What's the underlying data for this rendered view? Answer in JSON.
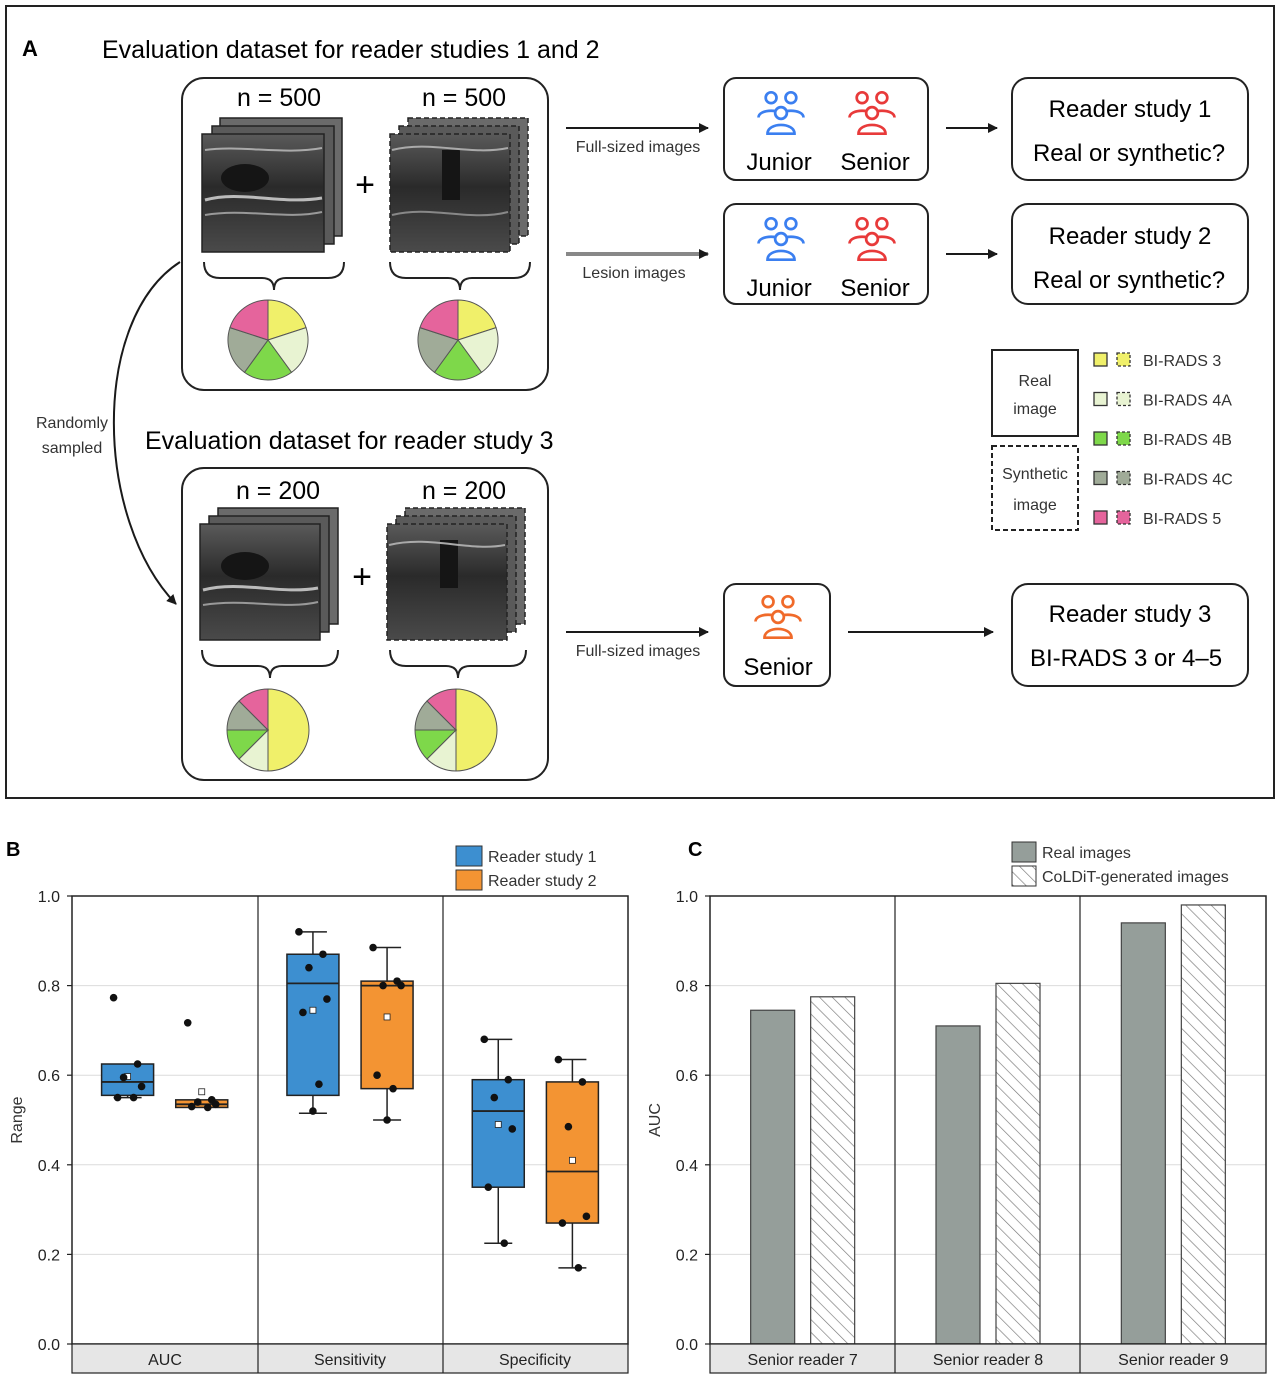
{
  "panelA": {
    "letter": "A",
    "title1": "Evaluation dataset for reader studies 1 and 2",
    "title3": "Evaluation dataset for reader study 3",
    "n_top_left": "n = 500",
    "n_top_right": "n = 500",
    "n_bot_left": "n = 200",
    "n_bot_right": "n = 200",
    "plus": "+",
    "arrow_full_1": "Full-sized images",
    "arrow_lesion": "Lesion images",
    "arrow_full_3": "Full-sized images",
    "randomly": [
      "Randomly",
      "sampled"
    ],
    "junior": "Junior",
    "senior": "Senior",
    "study1": [
      "Reader study 1",
      "Real or synthetic?"
    ],
    "study2": [
      "Reader study 2",
      "Real or synthetic?"
    ],
    "study3": [
      "Reader study 3",
      "BI-RADS 3 or 4–5"
    ],
    "legend_real": [
      "Real",
      "image"
    ],
    "legend_synth": [
      "Synthetic",
      "image"
    ],
    "birads": [
      {
        "label": "BI-RADS 3",
        "color": "#f0f06a"
      },
      {
        "label": "BI-RADS 4A",
        "color": "#e8f3d2"
      },
      {
        "label": "BI-RADS 4B",
        "color": "#7ed84a"
      },
      {
        "label": "BI-RADS 4C",
        "color": "#a0ab98"
      },
      {
        "label": "BI-RADS 5",
        "color": "#e5649c"
      }
    ],
    "junior_color": "#3b7ff0",
    "senior_color": "#e83a3a",
    "senior3_color": "#f06a2a",
    "pie_top": [
      20,
      20,
      20,
      20,
      20
    ],
    "pie_bottom": [
      50,
      12.5,
      12.5,
      12.5,
      12.5
    ]
  },
  "panelB": {
    "letter": "B",
    "ylabel": "Range",
    "ylim": [
      0,
      1
    ],
    "yticks": [
      "0.0",
      "0.2",
      "0.4",
      "0.6",
      "0.8",
      "1.0"
    ],
    "groups": [
      "AUC",
      "Sensitivity",
      "Specificity"
    ],
    "legend": [
      {
        "label": "Reader study 1",
        "color": "#3d8fd0"
      },
      {
        "label": "Reader study 2",
        "color": "#f39433"
      }
    ]
  },
  "panelC": {
    "letter": "C",
    "ylabel": "AUC",
    "ylim": [
      0,
      1
    ],
    "yticks": [
      "0.0",
      "0.2",
      "0.4",
      "0.6",
      "0.8",
      "1.0"
    ],
    "legend": [
      {
        "label": "Real images"
      },
      {
        "label": "CoLDiT-generated images"
      }
    ]
  },
  "chart_data": [
    {
      "type": "box",
      "categories": [
        "AUC",
        "Sensitivity",
        "Specificity"
      ],
      "ylabel": "Range",
      "ylim": [
        0,
        1
      ],
      "series": [
        {
          "name": "Reader study 1",
          "boxes": [
            {
              "whisker_low": 0.55,
              "q1": 0.555,
              "median": 0.585,
              "q3": 0.625,
              "whisker_high": 0.625,
              "mean": 0.597,
              "points": [
                0.773,
                0.625,
                0.595,
                0.575,
                0.55,
                0.55
              ]
            },
            {
              "whisker_low": 0.515,
              "q1": 0.555,
              "median": 0.805,
              "q3": 0.87,
              "whisker_high": 0.92,
              "mean": 0.745,
              "points": [
                0.92,
                0.87,
                0.84,
                0.77,
                0.74,
                0.58,
                0.52
              ]
            },
            {
              "whisker_low": 0.225,
              "q1": 0.35,
              "median": 0.52,
              "q3": 0.59,
              "whisker_high": 0.68,
              "mean": 0.49,
              "points": [
                0.68,
                0.59,
                0.55,
                0.48,
                0.35,
                0.225
              ]
            }
          ]
        },
        {
          "name": "Reader study 2",
          "boxes": [
            {
              "whisker_low": 0.528,
              "q1": 0.528,
              "median": 0.535,
              "q3": 0.545,
              "whisker_high": 0.545,
              "mean": 0.563,
              "points": [
                0.717,
                0.545,
                0.54,
                0.535,
                0.53,
                0.528
              ]
            },
            {
              "whisker_low": 0.5,
              "q1": 0.57,
              "median": 0.8,
              "q3": 0.81,
              "whisker_high": 0.885,
              "mean": 0.73,
              "points": [
                0.885,
                0.81,
                0.8,
                0.8,
                0.6,
                0.57,
                0.5
              ]
            },
            {
              "whisker_low": 0.17,
              "q1": 0.27,
              "median": 0.385,
              "q3": 0.585,
              "whisker_high": 0.635,
              "mean": 0.41,
              "points": [
                0.635,
                0.585,
                0.485,
                0.285,
                0.27,
                0.17
              ]
            }
          ]
        }
      ]
    },
    {
      "type": "bar",
      "categories": [
        "Senior reader 7",
        "Senior reader 8",
        "Senior reader 9"
      ],
      "ylabel": "AUC",
      "ylim": [
        0,
        1
      ],
      "series": [
        {
          "name": "Real images",
          "values": [
            0.745,
            0.71,
            0.94
          ]
        },
        {
          "name": "CoLDiT-generated images",
          "values": [
            0.775,
            0.805,
            0.98
          ]
        }
      ]
    }
  ]
}
